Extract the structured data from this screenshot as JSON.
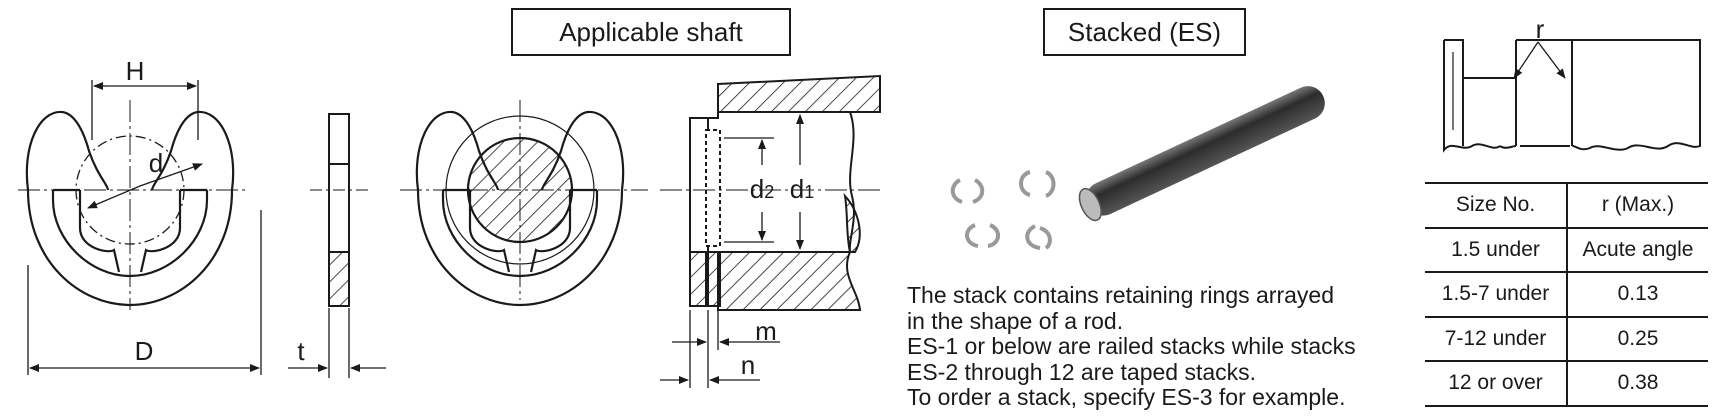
{
  "diagram_labels": {
    "H": "H",
    "d": "d",
    "D": "D",
    "t": "t",
    "m": "m",
    "n": "n",
    "d2_main": "d",
    "d2_sub": "2",
    "d1_main": "d",
    "d1_sub": "1",
    "r": "r"
  },
  "boxes": {
    "applicable_shaft": "Applicable shaft",
    "stacked": "Stacked (ES)"
  },
  "stack_description": [
    "The stack contains retaining rings arrayed",
    "in the shape of a rod.",
    "ES-1 or below are railed stacks while stacks",
    "ES-2 through 12 are taped stacks.",
    "To order a stack, specify ES-3 for example."
  ],
  "r_table": {
    "headers": [
      "Size No.",
      "r (Max.)"
    ],
    "rows": [
      [
        "1.5 under",
        "Acute angle"
      ],
      [
        "1.5-7 under",
        "0.13"
      ],
      [
        "7-12 under",
        "0.25"
      ],
      [
        "12 or over",
        "0.38"
      ]
    ]
  },
  "colors": {
    "line": "#1a1a1a",
    "rod_dark": "#3a3a3a",
    "ring_gray": "#9a9a9a"
  }
}
